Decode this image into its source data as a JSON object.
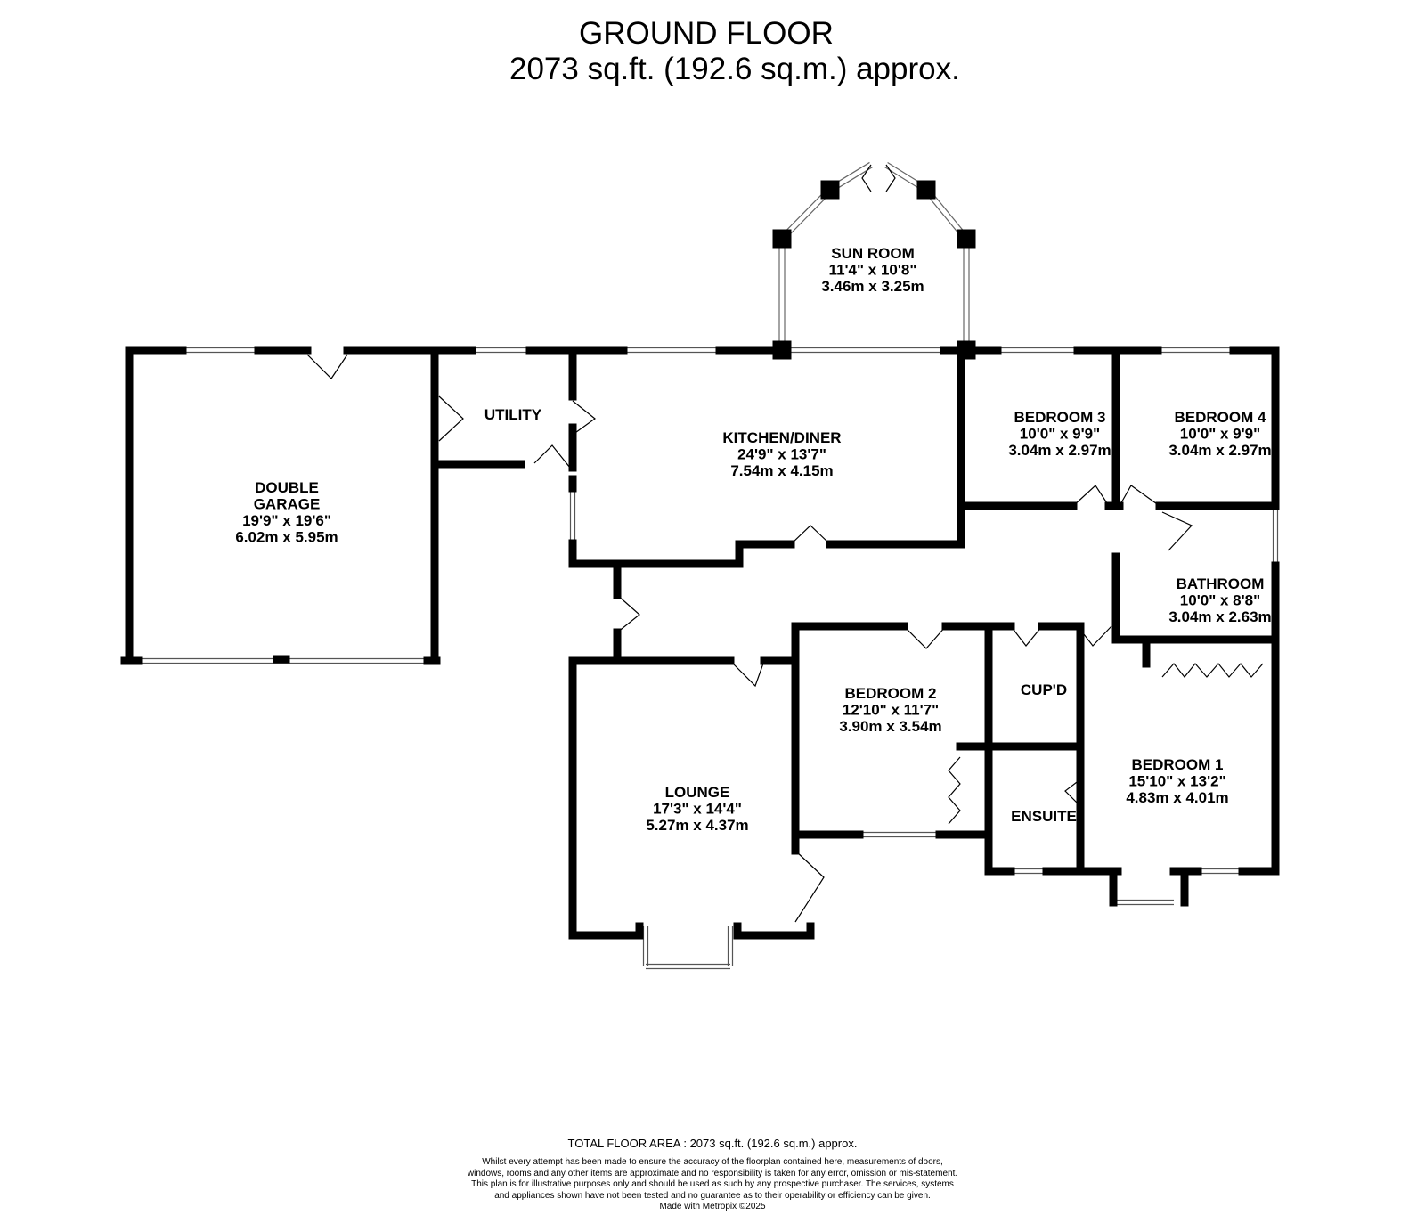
{
  "header": {
    "floor": "GROUND FLOOR",
    "area": "2073 sq.ft. (192.6 sq.m.) approx."
  },
  "rooms": [
    {
      "id": "sun-room",
      "lines": [
        "SUN ROOM",
        "11'4\"  x 10'8\"",
        "3.46m  x 3.25m"
      ]
    },
    {
      "id": "utility",
      "lines": [
        "UTILITY"
      ]
    },
    {
      "id": "kitchen-diner",
      "lines": [
        "KITCHEN/DINER",
        "24'9\"  x 13'7\"",
        "7.54m  x 4.15m"
      ]
    },
    {
      "id": "bedroom-3",
      "lines": [
        "BEDROOM 3",
        "10'0\"  x 9'9\"",
        "3.04m  x 2.97m"
      ]
    },
    {
      "id": "bedroom-4",
      "lines": [
        "BEDROOM 4",
        "10'0\"  x 9'9\"",
        "3.04m  x 2.97m"
      ]
    },
    {
      "id": "double-garage",
      "lines": [
        "DOUBLE",
        "GARAGE",
        "19'9\"  x 19'6\"",
        "6.02m  x 5.95m"
      ]
    },
    {
      "id": "bathroom",
      "lines": [
        "BATHROOM",
        "10'0\"  x 8'8\"",
        "3.04m  x 2.63m"
      ]
    },
    {
      "id": "bedroom-2",
      "lines": [
        "BEDROOM 2",
        "12'10\"  x 11'7\"",
        "3.90m  x 3.54m"
      ]
    },
    {
      "id": "cupd",
      "lines": [
        "CUP'D"
      ]
    },
    {
      "id": "lounge",
      "lines": [
        "LOUNGE",
        "17'3\"  x 14'4\"",
        "5.27m  x 4.37m"
      ]
    },
    {
      "id": "ensuite",
      "lines": [
        "ENSUITE"
      ]
    },
    {
      "id": "bedroom-1",
      "lines": [
        "BEDROOM 1",
        "15'10\"  x 13'2\"",
        "4.83m  x 4.01m"
      ]
    }
  ],
  "footer": {
    "total": "TOTAL FLOOR AREA : 2073 sq.ft. (192.6 sq.m.) approx.",
    "disclaimer": "Whilst every attempt has been made to ensure the accuracy of the floorplan contained here, measurements of doors, windows, rooms and any other items are approximate and no responsibility is taken for any error, omission or mis-statement. This plan is for illustrative purposes only and should be used as such by any prospective purchaser. The services, systems and appliances shown have not been tested and no guarantee as to their operability or efficiency can be given.",
    "made_with": "Made with Metropix ©2025"
  }
}
